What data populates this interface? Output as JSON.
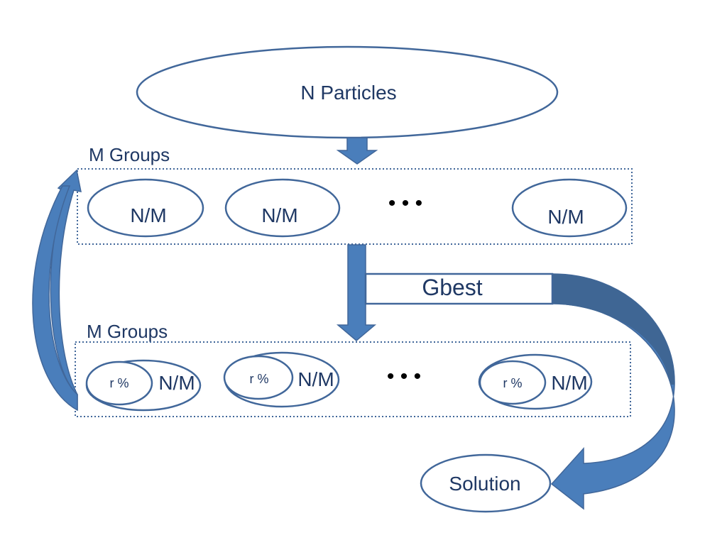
{
  "colors": {
    "outline": "#41679a",
    "arrow_fill": "#4a7ebb",
    "arrow_dark": "#3f6694",
    "text": "#1f3864",
    "background": "#ffffff"
  },
  "top_node": {
    "label": "N Particles"
  },
  "group_row_1": {
    "title": "M Groups",
    "groups": [
      {
        "label": "N/M"
      },
      {
        "label": "N/M"
      },
      {
        "label": "N/M"
      }
    ],
    "ellipsis": "• • •"
  },
  "gbest": {
    "label": "Gbest"
  },
  "group_row_2": {
    "title": "M Groups",
    "groups": [
      {
        "label": "N/M",
        "sub_label": "r %"
      },
      {
        "label": "N/M",
        "sub_label": "r %"
      },
      {
        "label": "N/M",
        "sub_label": "r %"
      }
    ],
    "ellipsis": "• • •"
  },
  "solution_node": {
    "label": "Solution"
  }
}
